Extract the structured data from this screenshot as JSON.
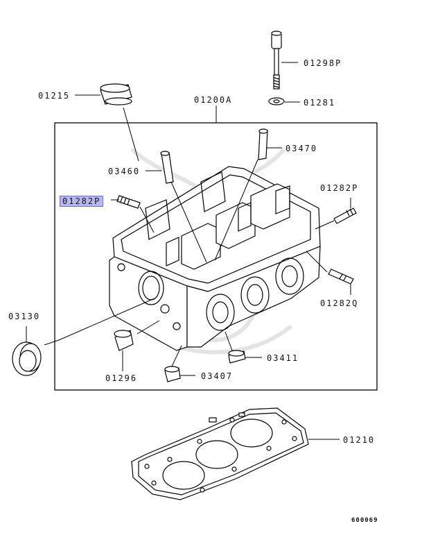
{
  "parts": {
    "p01298P": "01298P",
    "p01215": "01215",
    "p01281": "01281",
    "p01200A": "01200A",
    "p03470": "03470",
    "p03460": "03460",
    "p01282P_left": "01282P",
    "p01282P_right": "01282P",
    "p01282Q": "01282Q",
    "p03130": "03130",
    "p03411": "03411",
    "p01296": "01296",
    "p03407": "03407",
    "p01210": "01210"
  },
  "highlighted_part": "01282P",
  "figure_number": "600069",
  "colors": {
    "highlight": "#b7b9ee",
    "line": "#000000"
  }
}
